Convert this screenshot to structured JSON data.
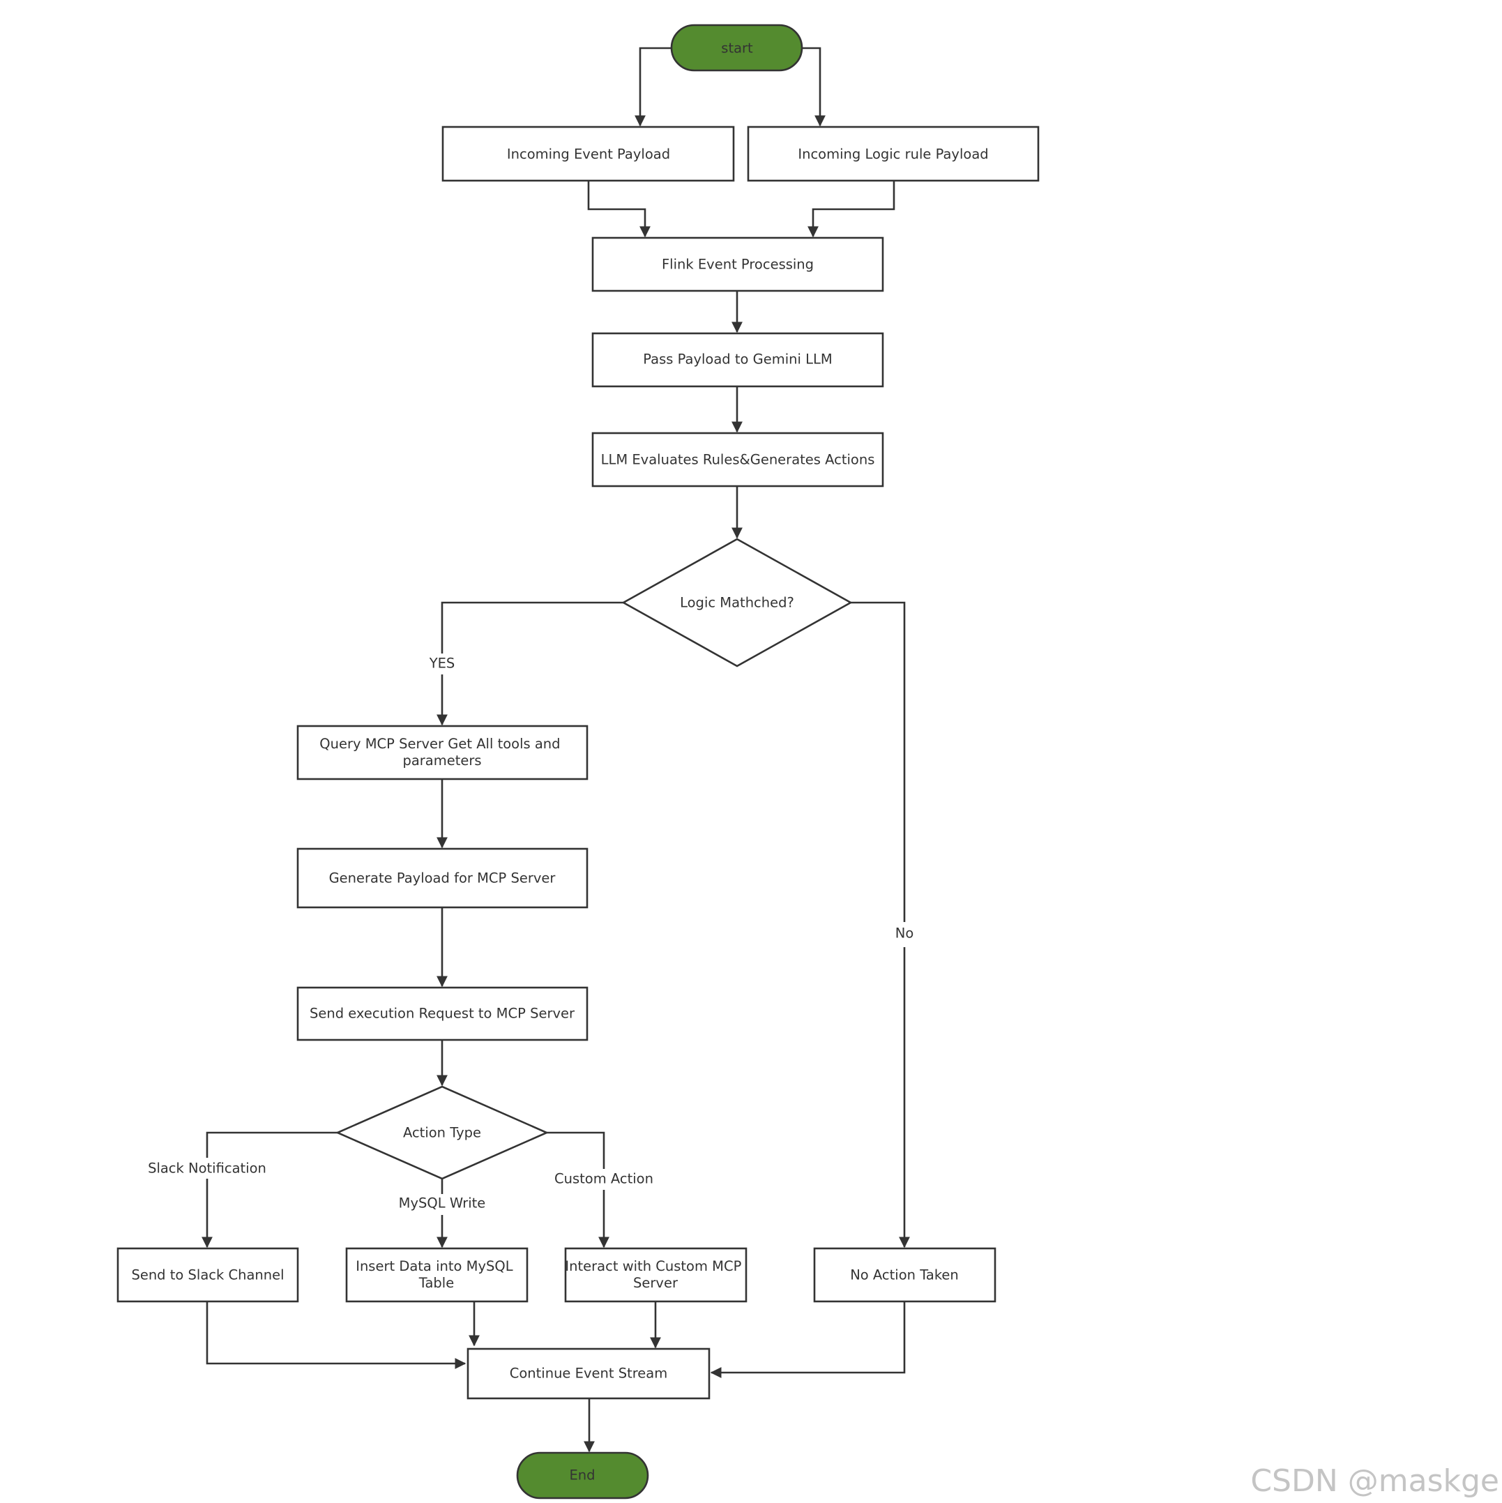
{
  "nodes": {
    "start": "start",
    "incoming_event": "Incoming Event Payload",
    "incoming_rule": "Incoming Logic rule Payload",
    "flink": "Flink Event Processing",
    "pass_payload": "Pass Payload to Gemini LLM",
    "llm_eval": "LLM Evaluates Rules&Generates Actions",
    "logic_matched": "Logic Mathched?",
    "query_mcp_line1": "Query MCP Server Get All tools and",
    "query_mcp_line2": "parameters",
    "generate_payload": "Generate Payload for MCP Server",
    "send_request": "Send execution Request to MCP Server",
    "action_type": "Action Type",
    "send_slack": "Send to Slack Channel",
    "insert_mysql_line1": "Insert Data into MySQL",
    "insert_mysql_line2": "Table",
    "custom_mcp_line1": "Interact with Custom MCP",
    "custom_mcp_line2": "Server",
    "no_action": "No Action Taken",
    "continue_stream": "Continue Event Stream",
    "end": "End"
  },
  "edge_labels": {
    "yes": "YES",
    "no": "No",
    "slack_notification": "Slack Notification",
    "mysql_write": "MySQL Write",
    "custom_action": "Custom Action"
  },
  "watermark": "CSDN @maskge",
  "colors": {
    "terminal_fill": "#548b2f",
    "stroke": "#333333",
    "watermark": "#c4c4c4"
  }
}
